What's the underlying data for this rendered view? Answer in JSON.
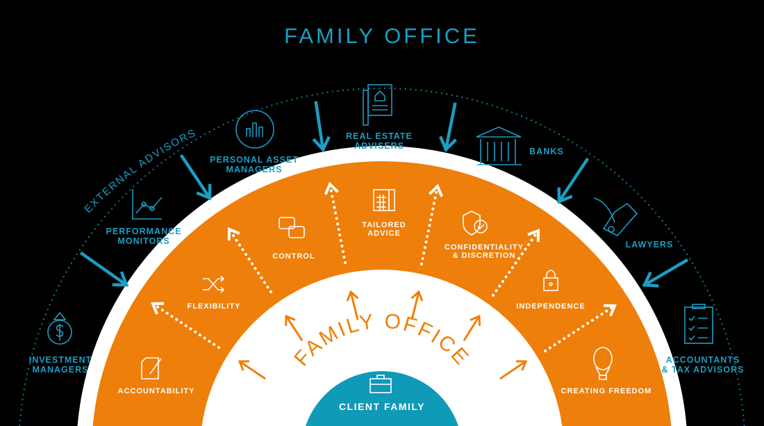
{
  "title": "FAMILY OFFICE",
  "ring_label": "FAMILY OFFICE",
  "outer_ring_label": "EXTERNAL ADVISORS",
  "center_label": "CLIENT FAMILY",
  "colors": {
    "background": "#000000",
    "accent_blue": "#1b9ec2",
    "orange": "#ee7f0a",
    "white": "#ffffff",
    "teal": "#0f9ab8"
  },
  "advisors": [
    {
      "lines": [
        "INVESTMENT",
        "MANAGERS"
      ],
      "icon": "money-bag-icon"
    },
    {
      "lines": [
        "PERFORMANCE",
        "MONITORS"
      ],
      "icon": "line-chart-icon"
    },
    {
      "lines": [
        "PERSONAL ASSET",
        "MANAGERS"
      ],
      "icon": "bar-chart-cycle-icon"
    },
    {
      "lines": [
        "REAL ESTATE",
        "ADVISERS"
      ],
      "icon": "property-document-icon"
    },
    {
      "lines": [
        "BANKS"
      ],
      "icon": "bank-building-icon"
    },
    {
      "lines": [
        "LAWYERS"
      ],
      "icon": "quill-scroll-icon"
    },
    {
      "lines": [
        "ACCOUNTANTS",
        "& TAX ADVISORS"
      ],
      "icon": "checklist-clipboard-icon"
    }
  ],
  "benefits": [
    {
      "lines": [
        "ACCOUNTABILITY"
      ],
      "icon": "document-pen-icon"
    },
    {
      "lines": [
        "FLEXIBILITY"
      ],
      "icon": "shuffle-icon"
    },
    {
      "lines": [
        "CONTROL"
      ],
      "icon": "chat-bubbles-icon"
    },
    {
      "lines": [
        "TAILORED",
        "ADVICE"
      ],
      "icon": "calculator-icon"
    },
    {
      "lines": [
        "CONFIDENTIALITY",
        "& DISCRETION"
      ],
      "icon": "shield-check-icon"
    },
    {
      "lines": [
        "INDEPENDENCE"
      ],
      "icon": "padlock-icon"
    },
    {
      "lines": [
        "CREATING FREEDOM"
      ],
      "icon": "hot-air-balloon-icon"
    }
  ]
}
